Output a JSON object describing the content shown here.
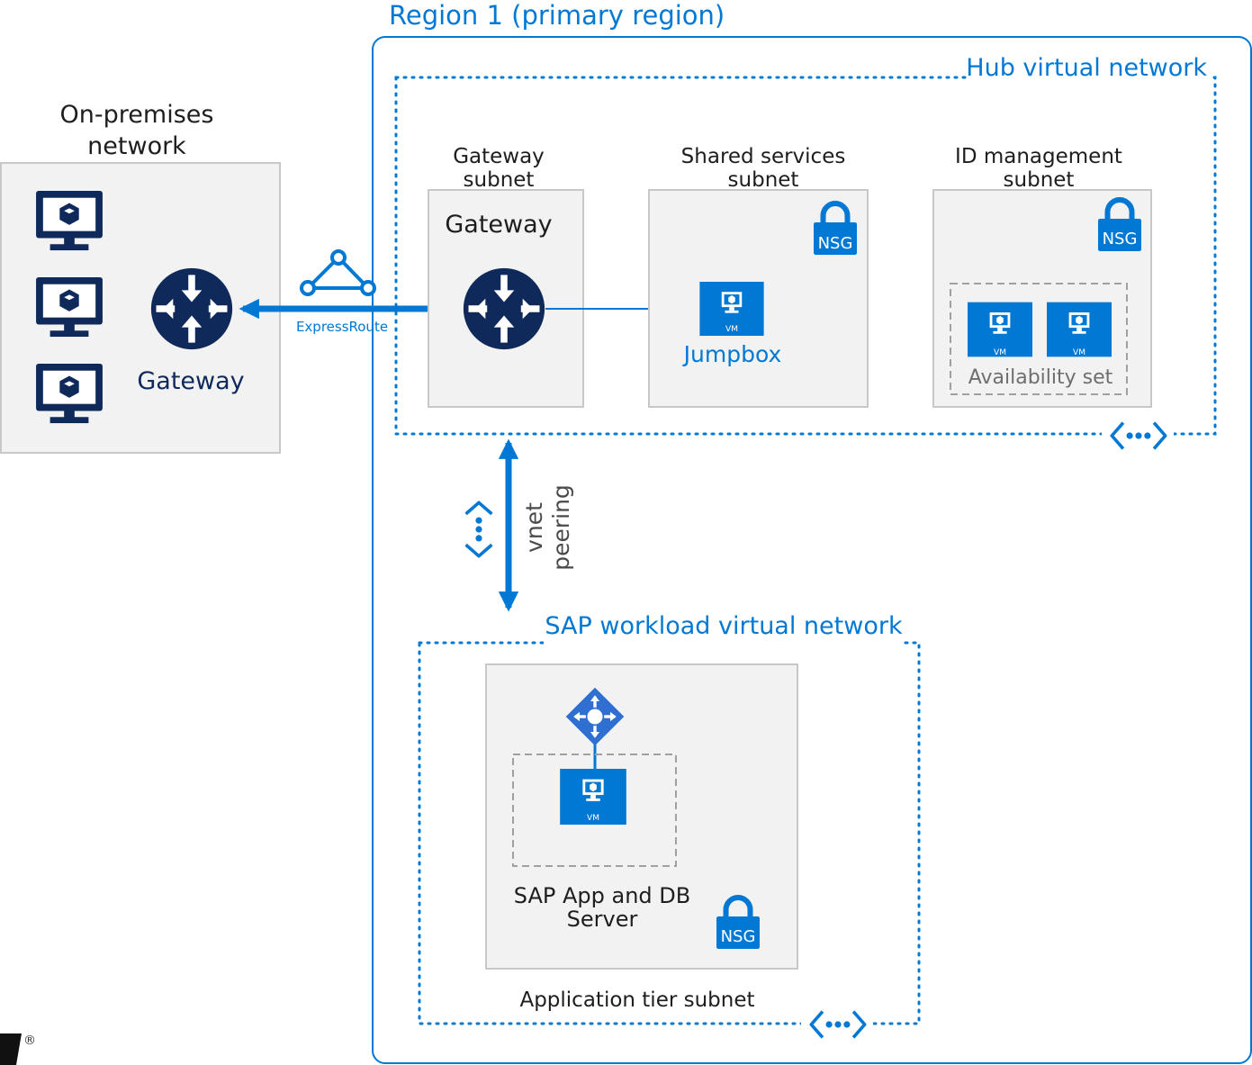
{
  "region": {
    "title": "Region 1 (primary region)"
  },
  "onprem": {
    "title_line1": "On-premises",
    "title_line2": "network",
    "gateway_label": "Gateway"
  },
  "connection": {
    "expressroute_label": "ExpressRoute",
    "peering_line1": "vnet",
    "peering_line2": "peering"
  },
  "hub": {
    "title": "Hub virtual network",
    "gateway_subnet": {
      "line1": "Gateway",
      "line2": "subnet",
      "inner_label": "Gateway"
    },
    "shared_subnet": {
      "line1": "Shared services",
      "line2": "subnet",
      "jumpbox_label": "Jumpbox",
      "nsg": "NSG"
    },
    "id_subnet": {
      "line1": "ID management",
      "line2": "subnet",
      "availability_set_label": "Availability set",
      "nsg": "NSG"
    }
  },
  "sap": {
    "title": "SAP workload virtual network",
    "server_line1": "SAP App and DB",
    "server_line2": "Server",
    "subnet_label": "Application tier subnet",
    "nsg": "NSG"
  },
  "vm_badge": "VM",
  "logo_mark": "®",
  "colors": {
    "azure_blue": "#0078d4",
    "navy": "#0f2a5a",
    "panel_gray": "#f2f2f2",
    "border_gray": "#c8c8c8",
    "dash_gray": "#a0a0a0",
    "text": "#1e1e1e"
  }
}
